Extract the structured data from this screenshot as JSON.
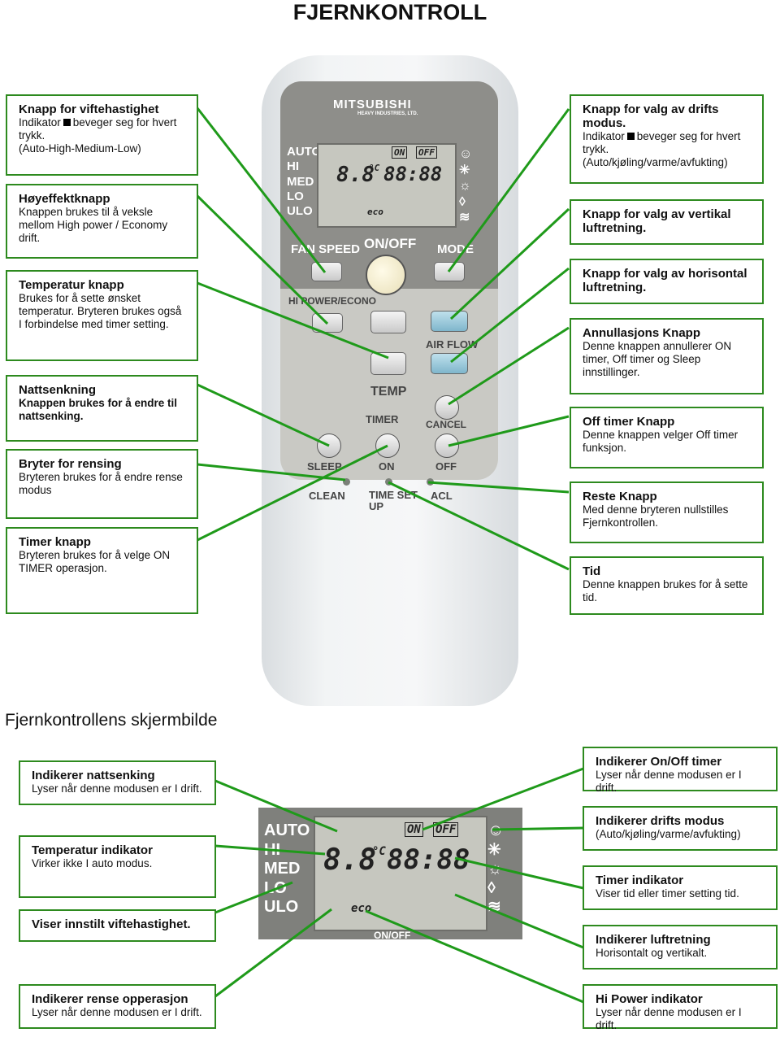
{
  "page_title": "FJERNKONTROLL",
  "subtitle": "Fjernkontrollens skjermbilde",
  "remote": {
    "brand": "MITSUBISHI",
    "brand_sub": "HEAVY INDUSTRIES, LTD.",
    "fan_modes": [
      "AUTO",
      "HI",
      "MED",
      "LO",
      "ULO"
    ],
    "lcd_on": "ON",
    "lcd_off": "OFF",
    "lcd_temp": "8.8",
    "lcd_unit": "°C",
    "lcd_time": "88:88",
    "lcd_eco": "eco",
    "fan_speed_label": "FAN SPEED",
    "on_off_label": "ON/OFF",
    "mode_label": "MODE",
    "hi_power_label": "HI POWER/ECONO",
    "airflow_label": "AIR FLOW",
    "temp_label": "TEMP",
    "timer_label": "TIMER",
    "cancel_label": "CANCEL",
    "sleep_label": "SLEEP",
    "on_label": "ON",
    "off_label": "OFF",
    "clean_label": "CLEAN",
    "time_setup_label": "TIME SET UP",
    "acl_label": "ACL"
  },
  "left_boxes": [
    {
      "heading": "Knapp for viftehastighet",
      "text_pre": "Indikator",
      "text_post": "beveger seg for hvert trykk.",
      "text2": "(Auto-High-Medium-Low)"
    },
    {
      "heading": "Høyeffektknapp",
      "text": "Knappen brukes til å veksle mellom High power / Economy drift."
    },
    {
      "heading": "Temperatur knapp",
      "text": "Brukes for å sette ønsket temperatur. Bryteren brukes også I forbindelse med timer setting."
    },
    {
      "heading": "Nattsenkning",
      "text": "Knappen brukes for å endre til nattsenking."
    },
    {
      "heading": "Bryter for rensing",
      "text": "Bryteren brukes for å endre rense modus"
    },
    {
      "heading": "Timer knapp",
      "text": "Bryteren brukes for å velge ON TIMER operasjon."
    }
  ],
  "right_boxes": [
    {
      "heading": "Knapp for valg av drifts modus.",
      "text_pre": "Indikator",
      "text_post": "beveger seg for hvert trykk.",
      "text2": "(Auto/kjøling/varme/avfukting)"
    },
    {
      "heading": "Knapp for valg av vertikal luftretning."
    },
    {
      "heading": "Knapp for valg av horisontal luftretning."
    },
    {
      "heading": "Annullasjons Knapp",
      "text": "Denne knappen annullerer ON timer, Off timer og Sleep innstillinger."
    },
    {
      "heading": "Off timer Knapp",
      "text": "Denne knappen velger Off timer funksjon."
    },
    {
      "heading": "Reste Knapp",
      "text": "Med denne bryteren nullstilles Fjernkontrollen."
    },
    {
      "heading": "Tid",
      "text": "Denne knappen brukes for å sette tid."
    }
  ],
  "display_left_boxes": [
    {
      "heading": "Indikerer nattsenking",
      "text": "Lyser når denne modusen er I drift."
    },
    {
      "heading": "Temperatur indikator",
      "text": "Virker ikke I auto modus."
    },
    {
      "heading": "Viser innstilt viftehastighet."
    },
    {
      "heading": "Indikerer rense opperasjon",
      "text": "Lyser når denne modusen er I drift."
    }
  ],
  "display_right_boxes": [
    {
      "heading": "Indikerer On/Off timer",
      "text": "Lyser når denne modusen er I drift."
    },
    {
      "heading": "Indikerer drifts modus",
      "text": "(Auto/kjøling/varme/avfukting)"
    },
    {
      "heading": "Timer indikator",
      "text": "Viser tid eller timer setting tid."
    },
    {
      "heading": "Indikerer luftretning",
      "text": "Horisontalt og vertikalt."
    },
    {
      "heading": "Hi Power indikator",
      "text": "Lyser når denne modusen er I drift."
    }
  ],
  "display": {
    "fan_modes": [
      "AUTO",
      "HI",
      "MED",
      "LO",
      "ULO"
    ],
    "on": "ON",
    "off": "OFF",
    "temp": "8.8",
    "unit": "°C",
    "time": "88:88",
    "eco": "eco",
    "bottom_text": "ON/OFF"
  },
  "colors": {
    "border": "#2d8a1e",
    "line": "#1f9a1a"
  }
}
